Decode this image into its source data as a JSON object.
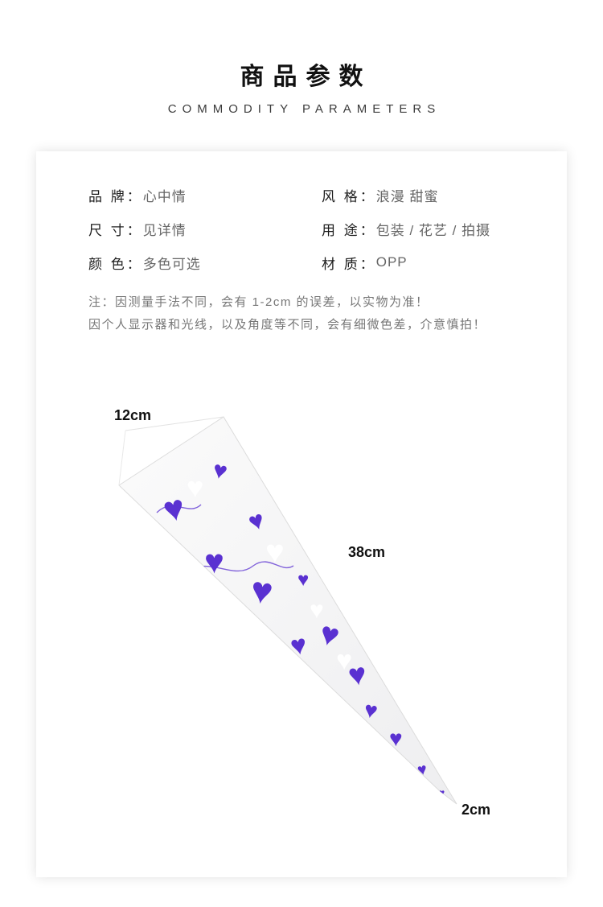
{
  "header": {
    "title": "商品参数",
    "subtitle": "COMMODITY PARAMETERS"
  },
  "params": {
    "left": [
      {
        "label": "品 牌：",
        "value": "心中情"
      },
      {
        "label": "尺 寸：",
        "value": "见详情"
      },
      {
        "label": "颜 色：",
        "value": "多色可选"
      }
    ],
    "right": [
      {
        "label": "风 格：",
        "value": "浪漫 甜蜜"
      },
      {
        "label": "用 途：",
        "value": "包装 / 花艺 / 拍摄"
      },
      {
        "label": "材 质：",
        "value": "OPP"
      }
    ]
  },
  "note": {
    "line1": "注：因测量手法不同，会有 1-2cm 的误差，以实物为准！",
    "line2": "因个人显示器和光线，以及角度等不同，会有细微色差，介意慎拍！"
  },
  "product": {
    "dim_top": "12cm",
    "dim_side": "38cm",
    "dim_bottom": "2cm",
    "pattern_color": "#5a31d1"
  }
}
